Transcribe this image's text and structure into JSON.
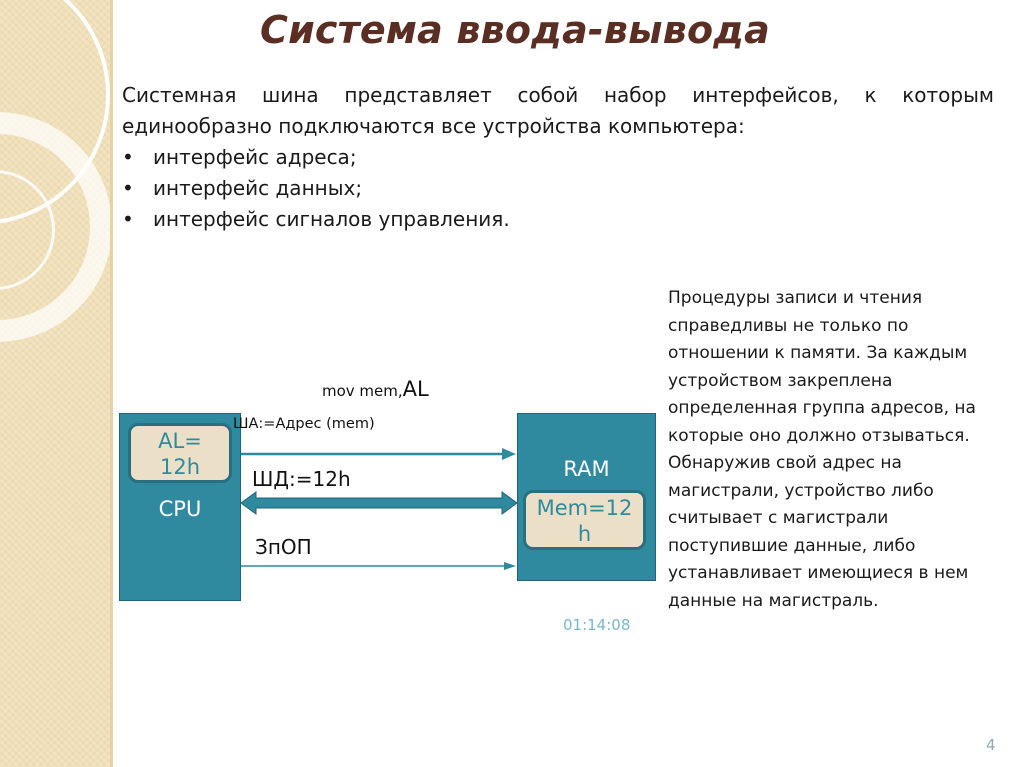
{
  "slide": {
    "title": "Система ввода-вывода",
    "intro": "Системная шина представляет собой набор интерфейсов, к которым единообразно подключаются все устройства компьютера:",
    "bullets": [
      "интерфейс адреса;",
      "интерфейс данных;",
      "интерфейс сигналов управления."
    ],
    "bullet_symbol": "•",
    "side_note": "Процедуры записи и чтения справедливы не только по отношении к памяти. За каждым устройством закреплена определенная группа адресов, на которые оно должно отзываться. Обнаружив свой адрес на магистрали, устройство либо считывает с магистрали поступившие данные, либо устанавливает имеющиеся в нем данные на магистраль.",
    "timestamp": "01:14:08",
    "page_number": "4"
  },
  "diagram": {
    "instruction": {
      "prefix": "mov mem,",
      "operand": "AL"
    },
    "cpu": {
      "label": "CPU",
      "register_line1": "AL=",
      "register_line2": "12h"
    },
    "ram": {
      "label": "RAM",
      "register_line1": "Mem=12",
      "register_line2": "h"
    },
    "buses": {
      "address": "ША:=Адрес (mem)",
      "data": "ШД:=12h",
      "control": "ЗпОП"
    }
  },
  "colors": {
    "title": "#5a2e22",
    "box_fill": "#2f8aa0",
    "register_fill": "#ecdfc8",
    "sidebar": "#f3e4c0",
    "bus_arrow": "#2f8aa0",
    "timestamp": "#79b7c5"
  }
}
